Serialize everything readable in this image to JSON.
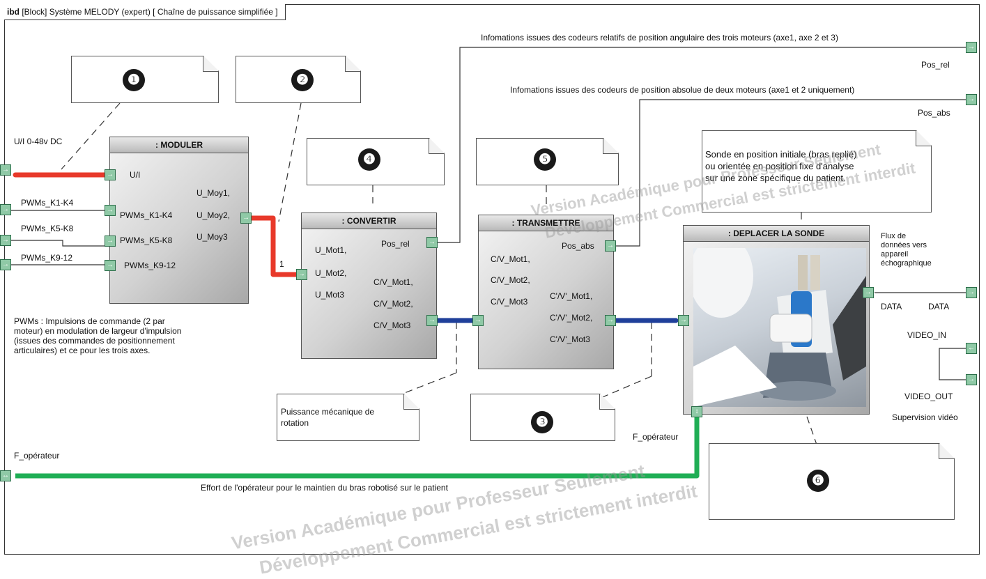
{
  "frame": {
    "title_prefix": "ibd",
    "title": "[Block] Système MELODY (expert) [ Chaîne de puissance simplifiée ]"
  },
  "blocks": {
    "moduler": {
      "title": ": MODULER",
      "ports_in": [
        "U/I",
        "PWMs_K1-K4",
        "PWMs_K5-K8",
        "PWMs_K9-12"
      ],
      "ports_out": [
        "U_Moy1,",
        "U_Moy2,",
        "U_Moy3"
      ]
    },
    "convertir": {
      "title": ": CONVERTIR",
      "ports_in": [
        "U_Mot1,",
        "U_Mot2,",
        "U_Mot3"
      ],
      "pos": "Pos_rel",
      "ports_out": [
        "C/V_Mot1,",
        "C/V_Mot2,",
        "C/V_Mot3"
      ]
    },
    "transmettre": {
      "title": ": TRANSMETTRE",
      "ports_in": [
        "C/V_Mot1,",
        "C/V_Mot2,",
        "C/V_Mot3"
      ],
      "pos": "Pos_abs",
      "ports_out": [
        "C'/V'_Mot1,",
        "C'/V'_Mot2,",
        "C'/V'_Mot3"
      ]
    },
    "deplacer": {
      "title": ": DEPLACER LA SONDE"
    }
  },
  "external": {
    "ui": "U/I  0-48v DC",
    "pwm1": "PWMs_K1-K4",
    "pwm2": "PWMs_K5-K8",
    "pwm3": "PWMs_K9-12",
    "pwm_desc": [
      "PWMs : Impulsions de commande (2 par",
      "moteur) en modulation de largeur d'impulsion",
      "(issues des commandes de positionnement",
      "articulaires) et ce pour les trois axes."
    ],
    "multiplicity": "1",
    "pos_rel_desc": "Infomations issues des codeurs relatifs de position angulaire des trois moteurs (axe1, axe 2 et 3)",
    "pos_rel": "Pos_rel",
    "pos_abs_desc": "Infomations issues des codeurs de position absolue de deux moteurs (axe1 et 2 uniquement)",
    "pos_abs": "Pos_abs",
    "flux": [
      "Flux de",
      "données vers",
      "appareil",
      "échographique"
    ],
    "data_left": "DATA",
    "data_right": "DATA",
    "video_in": "VIDEO_IN",
    "video_out": "VIDEO_OUT",
    "supervision": "Supervision vidéo",
    "f_op_left": "F_opérateur",
    "f_op_right": "F_opérateur",
    "effort_desc": "Effort de l'opérateur pour le maintien du bras robotisé sur le patient"
  },
  "notes": {
    "n1": "❶",
    "n2": "❷",
    "n3": "❸",
    "n4": "❹",
    "n5": "❺",
    "n6": "❻",
    "sonde": [
      "Sonde en position initiale (bras replié)",
      "ou orientée en position fixe d'analyse",
      "sur une zone spécifique du patient."
    ],
    "puissance": [
      "Puissance mécanique de",
      "rotation"
    ]
  },
  "watermarks": {
    "w1": "Version Académique pour Professeur Seulement",
    "w2": "Développement Commercial est strictement interdit"
  },
  "colors": {
    "electric": "#e8392a",
    "mechanical": "#1f3f9a",
    "human": "#1fae55",
    "port": "#8fc9a6"
  }
}
